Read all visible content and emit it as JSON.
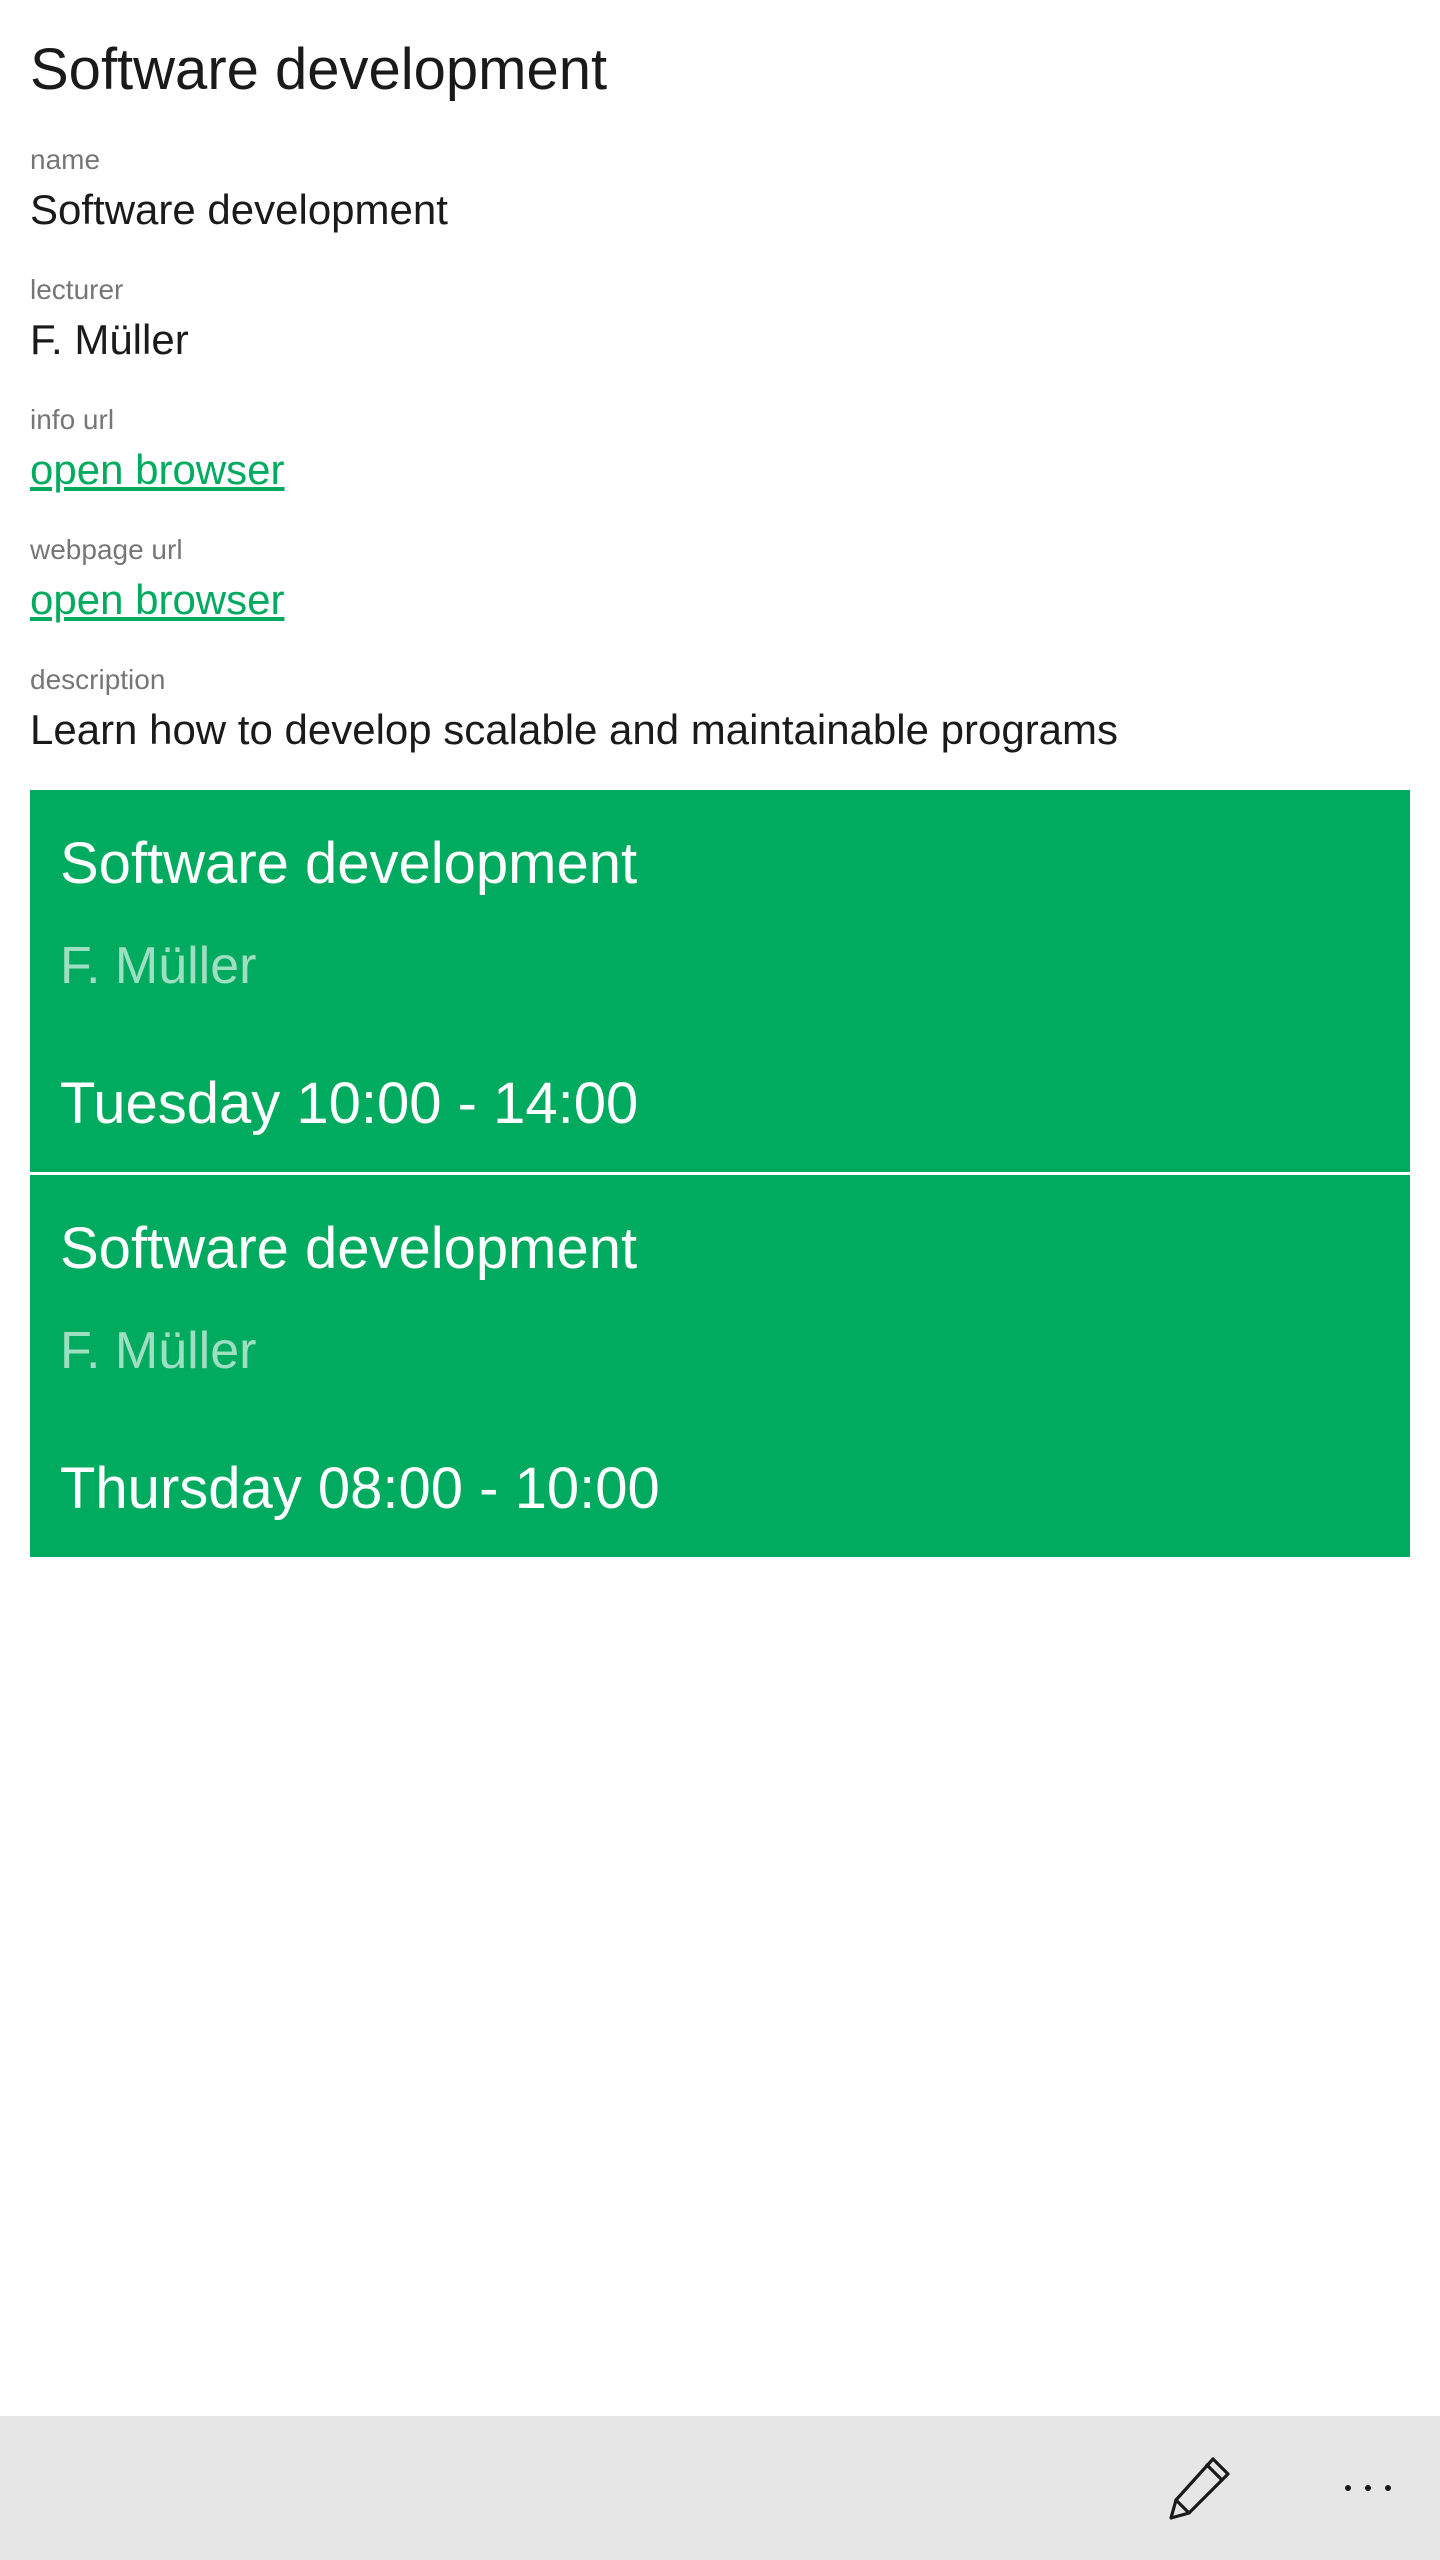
{
  "page": {
    "title": "Software development"
  },
  "fields": [
    {
      "label": "name",
      "value": "Software development",
      "is_link": false
    },
    {
      "label": "lecturer",
      "value": "F. Müller",
      "is_link": false
    },
    {
      "label": "info url",
      "value": "open browser",
      "is_link": true
    },
    {
      "label": "webpage url",
      "value": "open browser",
      "is_link": true
    },
    {
      "label": "description",
      "value": "Learn how to develop scalable and maintainable programs",
      "is_link": false
    }
  ],
  "sessions": [
    {
      "title": "Software development",
      "lecturer": "F. Müller",
      "time": "Tuesday 10:00 - 14:00"
    },
    {
      "title": "Software development",
      "lecturer": "F. Müller",
      "time": "Thursday 08:00 - 10:00"
    }
  ],
  "app_bar": {
    "edit_icon": "pencil-icon",
    "more_icon": "more-icon"
  },
  "colors": {
    "accent": "#00ab5f",
    "link": "#00aa5e",
    "app_bar_bg": "#e6e6e6"
  }
}
